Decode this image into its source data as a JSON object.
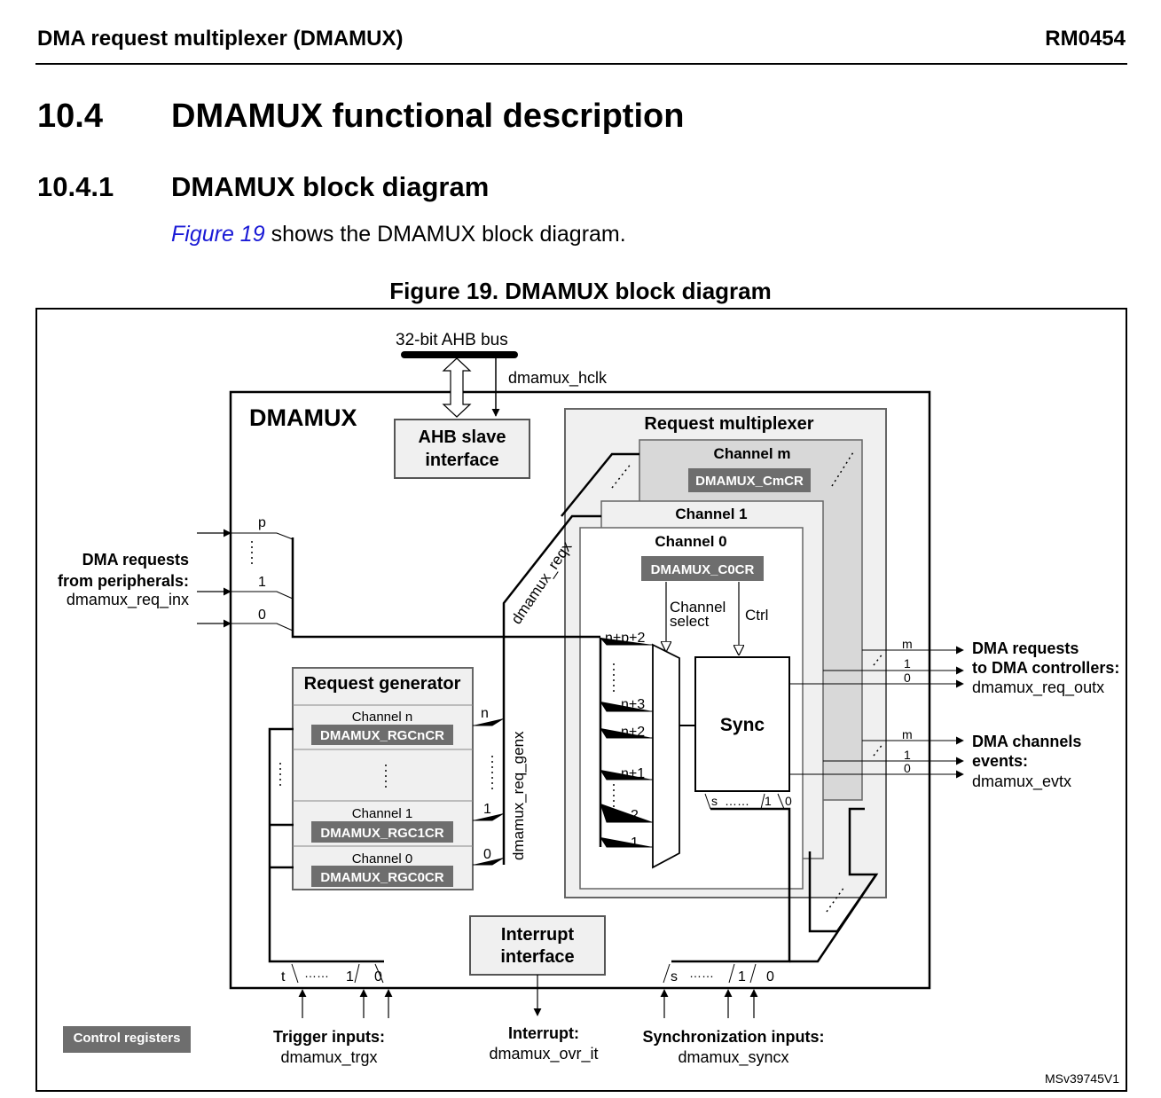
{
  "header": {
    "left": "DMA request multiplexer (DMAMUX)",
    "right": "RM0454"
  },
  "section": {
    "number": "10.4",
    "title": "DMAMUX functional description"
  },
  "subsection": {
    "number": "10.4.1",
    "title": "DMAMUX block diagram"
  },
  "intro": {
    "link": "Figure 19",
    "text": " shows the DMAMUX block diagram."
  },
  "figure": {
    "caption": "Figure 19. DMAMUX block diagram",
    "id": "MSv39745V1",
    "ahb_bus": "32-bit AHB bus",
    "hclk": "dmamux_hclk",
    "dmamux": "DMAMUX",
    "ahb_slave": [
      "AHB slave",
      "interface"
    ],
    "request_multiplexer": "Request multiplexer",
    "channel_m": "Channel m",
    "cmcr": "DMAMUX_CmCR",
    "channel_1": "Channel 1",
    "channel_0": "Channel 0",
    "c0cr": "DMAMUX_C0CR",
    "channel_select": [
      "Channel",
      "select"
    ],
    "ctrl": "Ctrl",
    "sync": "Sync",
    "reqx": "dmamux_reqx",
    "req_genx": "dmamux_req_genx",
    "req_gen": {
      "title": "Request generator",
      "channel_n": "Channel n",
      "rgcn": "DMAMUX_RGCnCR",
      "channel_1": "Channel 1",
      "rgc1": "DMAMUX_RGC1CR",
      "channel_0": "Channel 0",
      "rgc0": "DMAMUX_RGC0CR"
    },
    "interrupt_if": [
      "Interrupt",
      "interface"
    ],
    "dma_requests_in": [
      "DMA requests",
      "from peripherals:",
      "dmamux_req_inx"
    ],
    "dma_requests_out": [
      "DMA requests",
      "to DMA controllers:",
      "dmamux_req_outx"
    ],
    "dma_events": [
      "DMA channels",
      "events:",
      "dmamux_evtx"
    ],
    "trigger": [
      "Trigger inputs:",
      "dmamux_trgx"
    ],
    "interrupt": [
      "Interrupt:",
      "dmamux_ovr_it"
    ],
    "sync_inputs": [
      "Synchronization inputs:",
      "dmamux_syncx"
    ],
    "control_registers": "Control registers",
    "labels": {
      "p": "p",
      "one": "1",
      "zero": "0",
      "n": "n",
      "m": "m",
      "t": "t",
      "s": "s",
      "np2": "n+p+2",
      "n3": "n+3",
      "n2": "n+2",
      "n1": "n+1",
      "two": "2",
      "dots": "……"
    }
  }
}
